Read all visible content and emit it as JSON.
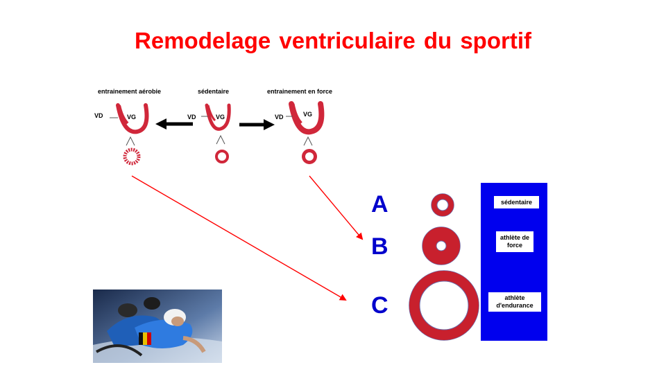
{
  "title": "Remodelage ventriculaire  du sportif",
  "hearts": [
    {
      "label": "entrainement aérobie",
      "vd": "VD",
      "vg": "VG"
    },
    {
      "label": "sédentaire",
      "vd": "VD",
      "vg": "VG"
    },
    {
      "label": "entrainement en force",
      "vd": "VD",
      "vg": "VG"
    }
  ],
  "rings": [
    {
      "letter": "A"
    },
    {
      "letter": "B"
    },
    {
      "letter": "C"
    }
  ],
  "legend": {
    "sedentary": "sédentaire",
    "strength": "athlète de force",
    "endurance": "athlète d'endurance"
  },
  "colors": {
    "title": "#ff0000",
    "heart": "#d0273a",
    "letters": "#0000cc",
    "legend_panel": "#0000ee",
    "arrow_red": "#ff0000"
  }
}
